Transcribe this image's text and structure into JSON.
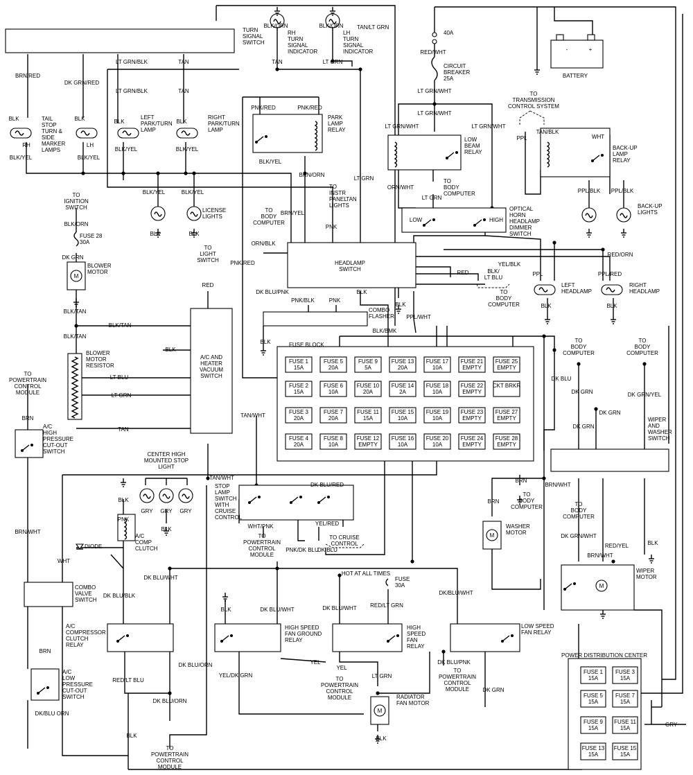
{
  "labels": {
    "turn_signal_switch": "TURN\nSIGNAL\nSWITCH",
    "tan_lt_grn": "TAN/LT GRN",
    "blk_orn_1": "BLK/ORN",
    "rh_turn_ind": "RH\nTURN\nSIGNAL\nINDICATOR",
    "tan_1": "TAN",
    "blk_orn_2": "BLK/ORN",
    "lh_turn_ind": "LH\nTURN\nSIGNAL\nINDICATOR",
    "lt_grn_1": "LT GRN",
    "fuse_40a": "40A",
    "red_wht": "RED/WHT",
    "circuit_breaker": "CIRCUIT\nBREAKER\n25A",
    "battery": "BATTERY",
    "brn_red": "BRN/RED",
    "dk_grn_red": "DK GRN/RED",
    "lt_grn_blk_1": "LT GRN/BLK",
    "tan_2": "TAN",
    "lt_grn_blk_2": "LT GRN/BLK",
    "tan_3": "TAN",
    "lt_grn_wht_1": "LT GRN/WHT",
    "lt_grn_wht_2": "LT GRN/WHT",
    "to_trans_ctrl": "TO\nTRANSMISSION\nCONTROL SYSTEM",
    "blk_1": "BLK",
    "blk_2": "BLK",
    "tail_stop": "TAIL\nSTOP\nTURN &\nSIDE\nMARKER\nLAMPS",
    "rh": "RH",
    "lh": "LH",
    "blk_yel_1": "BLK/YEL",
    "blk_yel_2": "BLK/YEL",
    "blk_3": "BLK",
    "left_park_turn": "LEFT\nPARK/TURN\nLAMP",
    "blk_4": "BLK",
    "right_park_turn": "RIGHT\nPARK/TURN\nLAMP",
    "blk_yel_3": "BLK/YEL",
    "blk_yel_4": "BLK/YEL",
    "pnk_red_1": "PNK/RED",
    "pnk_red_2": "PNK/RED",
    "park_lamp_relay": "PARK\nLAMP\nRELAY",
    "blk_yel_5": "BLK/YEL",
    "brn_orn": "BRN/ORN",
    "lt_grn_wht_3": "LT GRN/WHT",
    "lt_grn_wht_4": "LT GRN/WHT",
    "low_beam_relay": "LOW\nBEAM\nRELAY",
    "tan_blk": "TAN/BLK",
    "ppl_1": "PPL",
    "wht_1": "WHT",
    "back_up_relay": "BACK-UP\nLAMP\nRELAY",
    "orn_wht": "ORN/WHT",
    "to_body_computer_1": "TO\nBODY\nCOMPUTER",
    "lt_grn_2": "LT GRN",
    "lt_grn_3": "LT GRN",
    "tan_4": "TAN",
    "to_instr_panel": "TO\nINSTR\nPANEL\nLIGHTS",
    "to_ignition": "TO\nIGNITION\nSWITCH",
    "blk_orn_3": "BLK/ORN",
    "fuse_28": "FUSE 28\n30A",
    "blk_yel_6": "BLK/YEL",
    "blk_yel_7": "BLK/YEL",
    "license_lights": "LICENSE\nLIGHTS",
    "blk_5": "BLK",
    "blk_6": "BLK",
    "to_body_computer_2": "TO\nBODY\nCOMPUTER",
    "brn_yel": "BRN/YEL",
    "pnk_1": "PNK",
    "low": "LOW",
    "high": "HIGH",
    "optical_horn": "OPTICAL\nHORN\nHEADLAMP\nDIMMER\nSWITCH",
    "ppl_blk_1": "PPL/BLK",
    "ppl_blk_2": "PPL/BLK",
    "back_up_lights": "BACK-UP\nLIGHTS",
    "dk_grn": "DK GRN",
    "blower_motor": "BLOWER\nMOTOR",
    "orn_blk": "ORN/BLK",
    "to_light_switch": "TO\nLIGHT\nSWITCH",
    "pnk_red_3": "PNK/RED",
    "headlamp_switch": "HEADLAMP\nSWITCH",
    "yel_blk": "YEL/BLK",
    "red_orn": "RED/ORN",
    "red_1": "RED",
    "blk_lt_blu": "BLK/\nLT BLU",
    "ppl_2": "PPL",
    "ppl_red": "PPL/RED",
    "red_2": "RED",
    "left_headlamp": "LEFT\nHEADLAMP",
    "right_headlamp": "RIGHT\nHEADLAMP",
    "dk_blu_pnk": "DK BLU/PNK",
    "blk_7": "BLK",
    "to_body_computer_3": "TO\nBODY\nCOMPUTER",
    "pnk_blk_1": "PNK/BLK",
    "pnk_2": "PNK",
    "blk_8": "BLK",
    "blk_9": "BLK",
    "blk_10": "BLK",
    "blk_tan_1": "BLK/TAN",
    "blk_tan_2": "BLK/TAN",
    "blk_tan_3": "BLK/TAN",
    "combo_flasher": "COMBO\nFLASHER",
    "ppl_wht": "PPL/WHT",
    "blk_bmk": "BLK/BMK",
    "blk_11": "BLK",
    "fuse_block": "FUSE BLOCK",
    "to_body_computer_4": "TO\nBODY\nCOMPUTER",
    "to_body_computer_5": "TO\nBODY\nCOMPUTER",
    "blk_12": "BLK",
    "blower_motor_resistor": "BLOWER\nMOTOR\nRESISTOR",
    "lt_blu": "LT BLU",
    "lt_grn_4": "LT GRN",
    "tan_5": "TAN",
    "ac_heater_vac": "A/C AND\nHEATER\nVACUUM\nSWITCH",
    "dk_blu_1": "DK BLU",
    "dk_grn_1": "DK GRN",
    "dk_grn_2": "DK GRN",
    "dk_grn_yel": "DK GRN/YEL",
    "dk_grn_3": "DK GRN",
    "tan_wht_1": "TAN/WHT",
    "to_pcm_1": "TO\nPOWERTRAIN\nCONTROL\nMODULE",
    "brn_1": "BRN",
    "ac_high_pressure": "A/C\nHIGH\nPRESSURE\nCUT-OUT\nSWITCH",
    "wiper_washer_switch": "WIPER\nAND\nWASHER\nSWITCH",
    "chmsl": "CENTER HIGH\nMOUNTED STOP\nLIGHT",
    "tan_wht_2": "TAN/WHT",
    "brn_2": "BRN",
    "brn_wht_1": "BRN/WHT",
    "blk_13": "BLK",
    "stop_lamp_switch": "STOP\nLAMP\nSWITCH\nWITH\nCRUISE\nCONTROL",
    "dk_blu_red": "DK BLU/RED",
    "to_body_computer_6": "TO\nBODY\nCOMPUTER",
    "brn_3": "BRN",
    "gry_1": "GRY",
    "gry_2": "GRY",
    "gry_3": "GRY",
    "pnk_3": "PNK",
    "blk_14": "BLK",
    "yel_red": "YEL/RED",
    "wht_pnk": "WHT/PNK",
    "to_cruise": "TO CRUISE\nCONTROL",
    "to_body_computer_7": "TO\nBODY\nCOMPUTER",
    "brn_wht_2": "BRN/WHT",
    "washer_motor": "WASHER\nMOTOR",
    "dk_grn_wht": "DK GRN/WHT",
    "red_yel": "RED/YEL",
    "blk_15": "BLK",
    "diode": "DIODE",
    "ac_comp_clutch": "A/C\nCOMP\nCLUTCH",
    "to_pcm_2": "TO\nPOWERTRAIN\nCONTROL\nMODULE",
    "pnk_dk_blu": "PNK/DK BLU",
    "dk_blu_2": "DK BLU",
    "brn_wht_3": "BRN/WHT",
    "wht_2": "WHT",
    "hot_at_all_times": "HOT AT ALL TIMES",
    "fuse_30a": "FUSE\n30A",
    "wiper_motor": "WIPER\nMOTOR",
    "dk_blu_wht_1": "DK BLU/WHT",
    "combo_valve": "COMBO\nVALVE\nSWITCH",
    "dk_blu_blk": "DK BLU/BLK",
    "blk_16": "BLK",
    "dk_blu_wht_2": "DK BLU/WHT",
    "dk_blu_wht_3": "DK BLU/WHT",
    "red_lt_grn": "RED/LT GRN",
    "dk_blu_wht_4": "DK/BLU/WHT",
    "ac_comp_clutch_relay": "A/C\nCOMPRESSOR\nCLUTCH\nRELAY",
    "high_speed_ground": "HIGH SPEED\nFAN GROUND\nRELAY",
    "high_speed_fan": "HIGH\nSPEED\nFAN\nRELAY",
    "low_speed_fan": "LOW SPEED\nFAN RELAY",
    "brn_4": "BRN",
    "yel_1": "YEL",
    "yel_2": "YEL",
    "dk_blu_orn_1": "DK BLU/ORN",
    "red_lt_blu": "RED/LT BLU",
    "yel_dk_grn": "YEL/DK GRN",
    "lt_grn_5": "LT GRN",
    "dk_blu_pnk_2": "DK BLU/PNK",
    "dk_grn_4": "DK GRN",
    "ac_low_pressure": "A/C\nLOW\nPRESSURE\nCUT-OUT\nSWITCH",
    "to_pcm_3": "TO\nPOWERTRAIN\nCONTROL\nMODULE",
    "radiator_fan": "RADIATOR\nFAN MOTOR",
    "to_pcm_4": "TO\nPOWERTRAIN\nCONTROL\nMODULE",
    "dk_blu_orn_2": "DK/BLU ORN",
    "dk_blu_orn_3": "DK BLU/ORN",
    "blk_17": "BLK",
    "to_pcm_5": "TO\nPOWERTRAIN\nCONTROL\nMODULE",
    "pdc": "POWER DISTRIBUTION CENTER",
    "gry_4": "GRY",
    "blk_18": "BLK"
  },
  "fuse_block": [
    {
      "name": "FUSE 1",
      "rating": "15A"
    },
    {
      "name": "FUSE 5",
      "rating": "20A"
    },
    {
      "name": "FUSE 9",
      "rating": "5A"
    },
    {
      "name": "FUSE 13",
      "rating": "20A"
    },
    {
      "name": "FUSE 17",
      "rating": "10A"
    },
    {
      "name": "FUSE 21",
      "rating": "EMPTY"
    },
    {
      "name": "FUSE 25",
      "rating": "EMPTY"
    },
    {
      "name": "FUSE 2",
      "rating": "15A"
    },
    {
      "name": "FUSE 6",
      "rating": "10A"
    },
    {
      "name": "FUSE 10",
      "rating": "20A"
    },
    {
      "name": "FUSE 14",
      "rating": "2A"
    },
    {
      "name": "FUSE 18",
      "rating": "10A"
    },
    {
      "name": "FUSE 22",
      "rating": "EMPTY"
    },
    {
      "name": "CKT BRKR",
      "rating": ""
    },
    {
      "name": "FUSE 3",
      "rating": "20A"
    },
    {
      "name": "FUSE 7",
      "rating": "20A"
    },
    {
      "name": "FUSE 11",
      "rating": "15A"
    },
    {
      "name": "FUSE 15",
      "rating": "10A"
    },
    {
      "name": "FUSE 19",
      "rating": "10A"
    },
    {
      "name": "FUSE 23",
      "rating": "EMPTY"
    },
    {
      "name": "FUSE 27",
      "rating": "EMPTY"
    },
    {
      "name": "FUSE 4",
      "rating": "20A"
    },
    {
      "name": "FUSE 8",
      "rating": "10A"
    },
    {
      "name": "FUSE 12",
      "rating": "EMPTY"
    },
    {
      "name": "FUSE 16",
      "rating": "10A"
    },
    {
      "name": "FUSE 20",
      "rating": "10A"
    },
    {
      "name": "FUSE 24",
      "rating": "EMPTY"
    },
    {
      "name": "FUSE 28",
      "rating": "EMPTY"
    }
  ],
  "pdc_fuses": [
    {
      "name": "FUSE 1",
      "rating": "15A"
    },
    {
      "name": "FUSE 3",
      "rating": "15A"
    },
    {
      "name": "FUSE 5",
      "rating": "15A"
    },
    {
      "name": "FUSE 7",
      "rating": "15A"
    },
    {
      "name": "FUSE 9",
      "rating": "15A"
    },
    {
      "name": "FUSE 11",
      "rating": "15A"
    },
    {
      "name": "FUSE 13",
      "rating": "15A"
    },
    {
      "name": "FUSE 15",
      "rating": "15A"
    }
  ],
  "battery_terminals": {
    "neg": "-",
    "pos": "+"
  },
  "motor_symbol": "M"
}
